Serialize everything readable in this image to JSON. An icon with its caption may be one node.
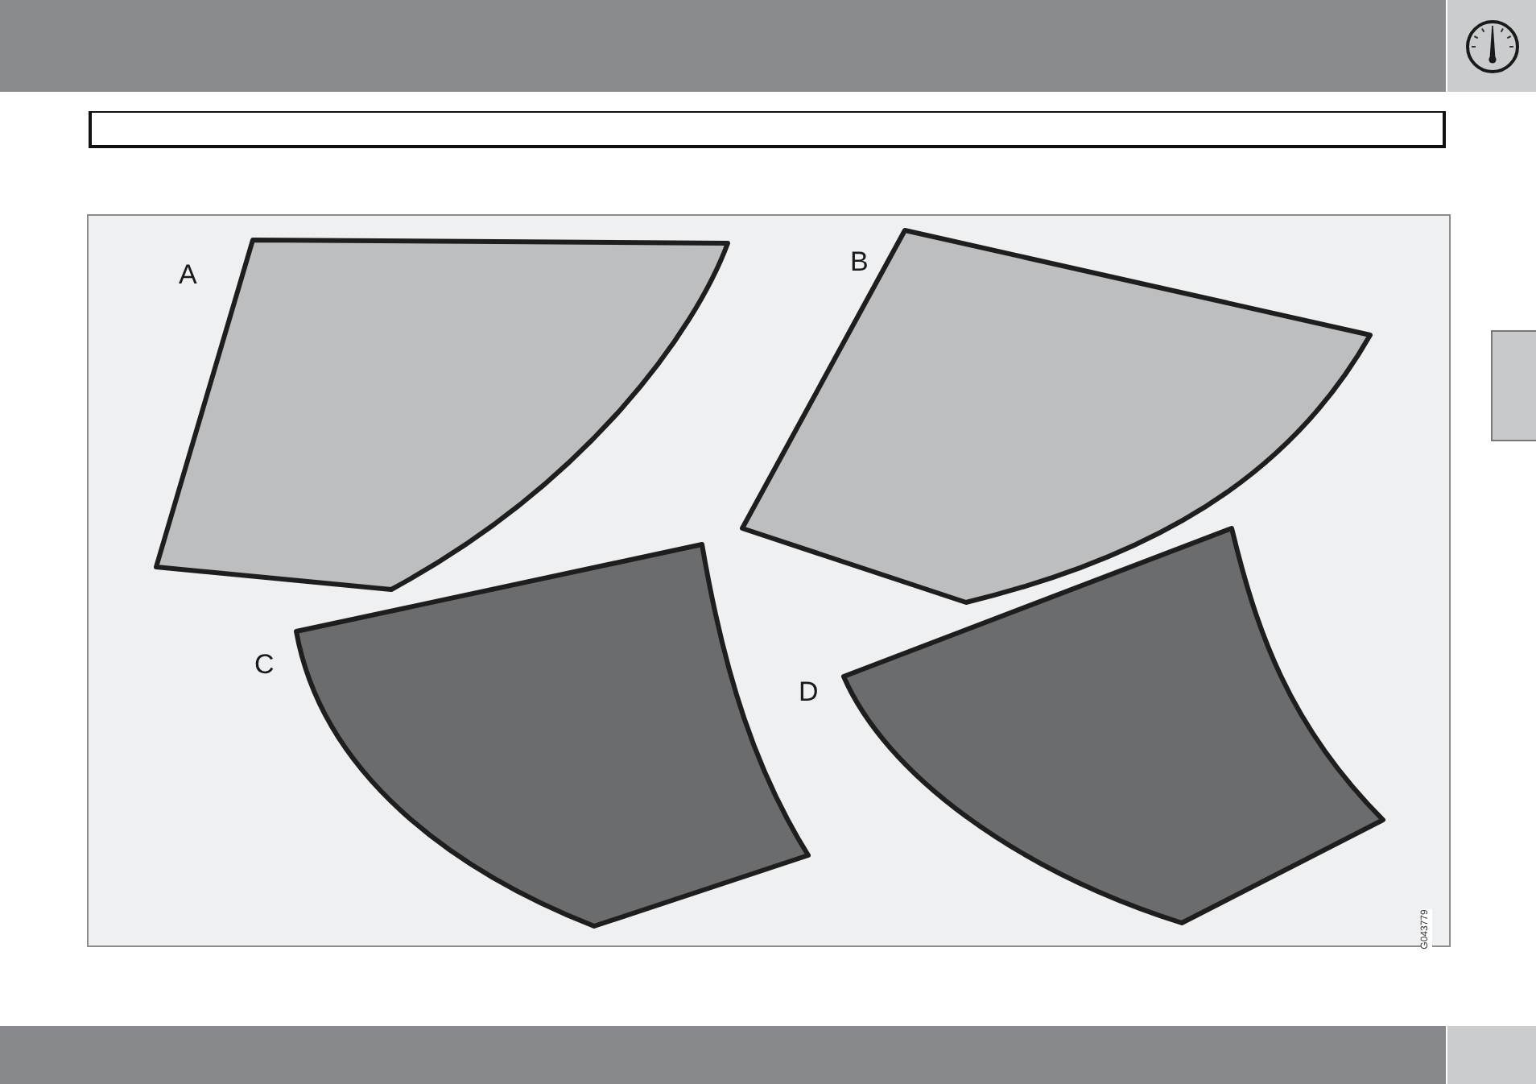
{
  "diagram": {
    "nodes": [
      {
        "text": [],
        "shape": "box"
      },
      {
        "text": [
          "A"
        ]
      },
      {
        "text": [
          "B"
        ]
      },
      {
        "text": [
          "C"
        ]
      },
      {
        "text": [
          "D"
        ]
      }
    ],
    "labels": [
      "G043779"
    ]
  }
}
